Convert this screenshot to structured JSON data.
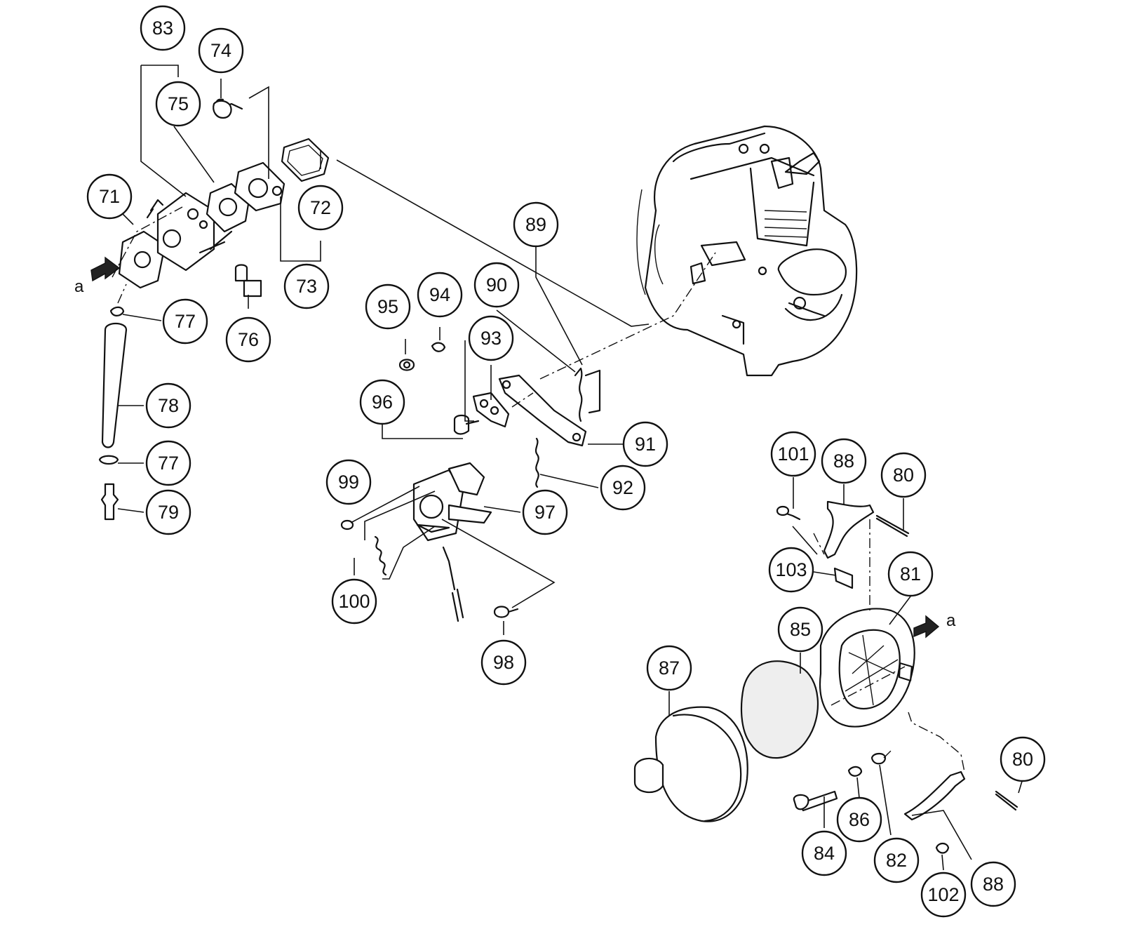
{
  "diagram": {
    "callouts": [
      "71",
      "72",
      "73",
      "74",
      "75",
      "76",
      "77",
      "77",
      "78",
      "79",
      "80",
      "80",
      "81",
      "82",
      "83",
      "84",
      "85",
      "86",
      "87",
      "88",
      "88",
      "89",
      "90",
      "91",
      "92",
      "93",
      "94",
      "95",
      "96",
      "97",
      "98",
      "99",
      "100",
      "101",
      "102",
      "103"
    ],
    "direction_labels": [
      "a",
      "a"
    ]
  }
}
